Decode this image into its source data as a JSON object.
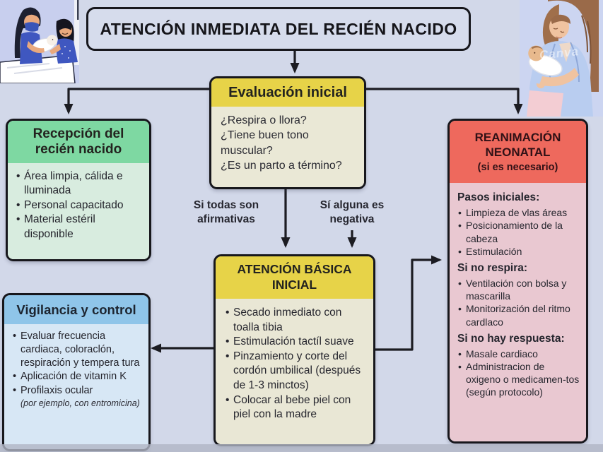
{
  "title": "ATENCIÓN INMEDIATA DEL RECIÉN NACIDO",
  "watermark": "Canva",
  "labels": {
    "all_affirmative": "Si todas son afirmativas",
    "any_negative": "Sí alguna es negativa"
  },
  "boxes": {
    "evaluacion": {
      "header": "Evaluación inicial",
      "lines": [
        "¿Respira o llora?",
        "¿Tiene buen tono muscular?",
        "¿Es un parto a término?"
      ]
    },
    "recepcion": {
      "header": "Recepción del recién nacido",
      "bullets": [
        "Área limpia, cálida e lluminada",
        "Personal capacitado",
        "Material estéril disponible"
      ]
    },
    "reanimacion": {
      "header": "REANIMACIÓN NEONATAL",
      "subheader": "(si es necesario)",
      "sections": [
        {
          "title": "Pasos iniciales:",
          "bullets": [
            "Limpieza de vlas áreas",
            "Posicionamiento de la cabeza",
            "Estimulación"
          ]
        },
        {
          "title": "Si no respira:",
          "bullets": [
            "Ventilación con bolsa y mascarilla",
            "Monitorización del ritmo cardlaco"
          ]
        },
        {
          "title": "Si no hay respuesta:",
          "bullets": [
            "Masale cardiaco",
            "Administracion de oxigeno o medicamen-tos (según protocolo)"
          ]
        }
      ]
    },
    "atencion_basica": {
      "header": "ATENCIÓN BÁSICA INICIAL",
      "bullets": [
        "Secado inmediato con toalla tibia",
        "Estimulación tactíl suave",
        "Pinzamiento y corte del cordón umbilical (después de 1-3 minctos)",
        "Colocar al bebe piel con piel con la madre"
      ]
    },
    "vigilancia": {
      "header": "Vigilancia y control",
      "bullets": [
        "Evaluar frecuencia cardiaca, coloraclón, respiración y tempera tura",
        "Aplicación de vitamin K",
        "Profilaxis ocular"
      ],
      "note": "(por ejemplo, con entromicina)"
    }
  },
  "icons": {
    "left_illustration": "nurses-attending-newborn-illustration",
    "right_illustration": "mother-holding-baby-illustration"
  },
  "colors": {
    "background": "#d2d8e9",
    "outline": "#17171c",
    "yellow_header": "#e7d348",
    "yellow_body": "#e9e7d5",
    "green_header": "#7ed8a2",
    "green_body": "#d8ecdf",
    "red_header": "#ee695d",
    "red_body": "#e9c8d1",
    "blue_header": "#8fc5e9",
    "blue_body": "#d7e7f5"
  }
}
